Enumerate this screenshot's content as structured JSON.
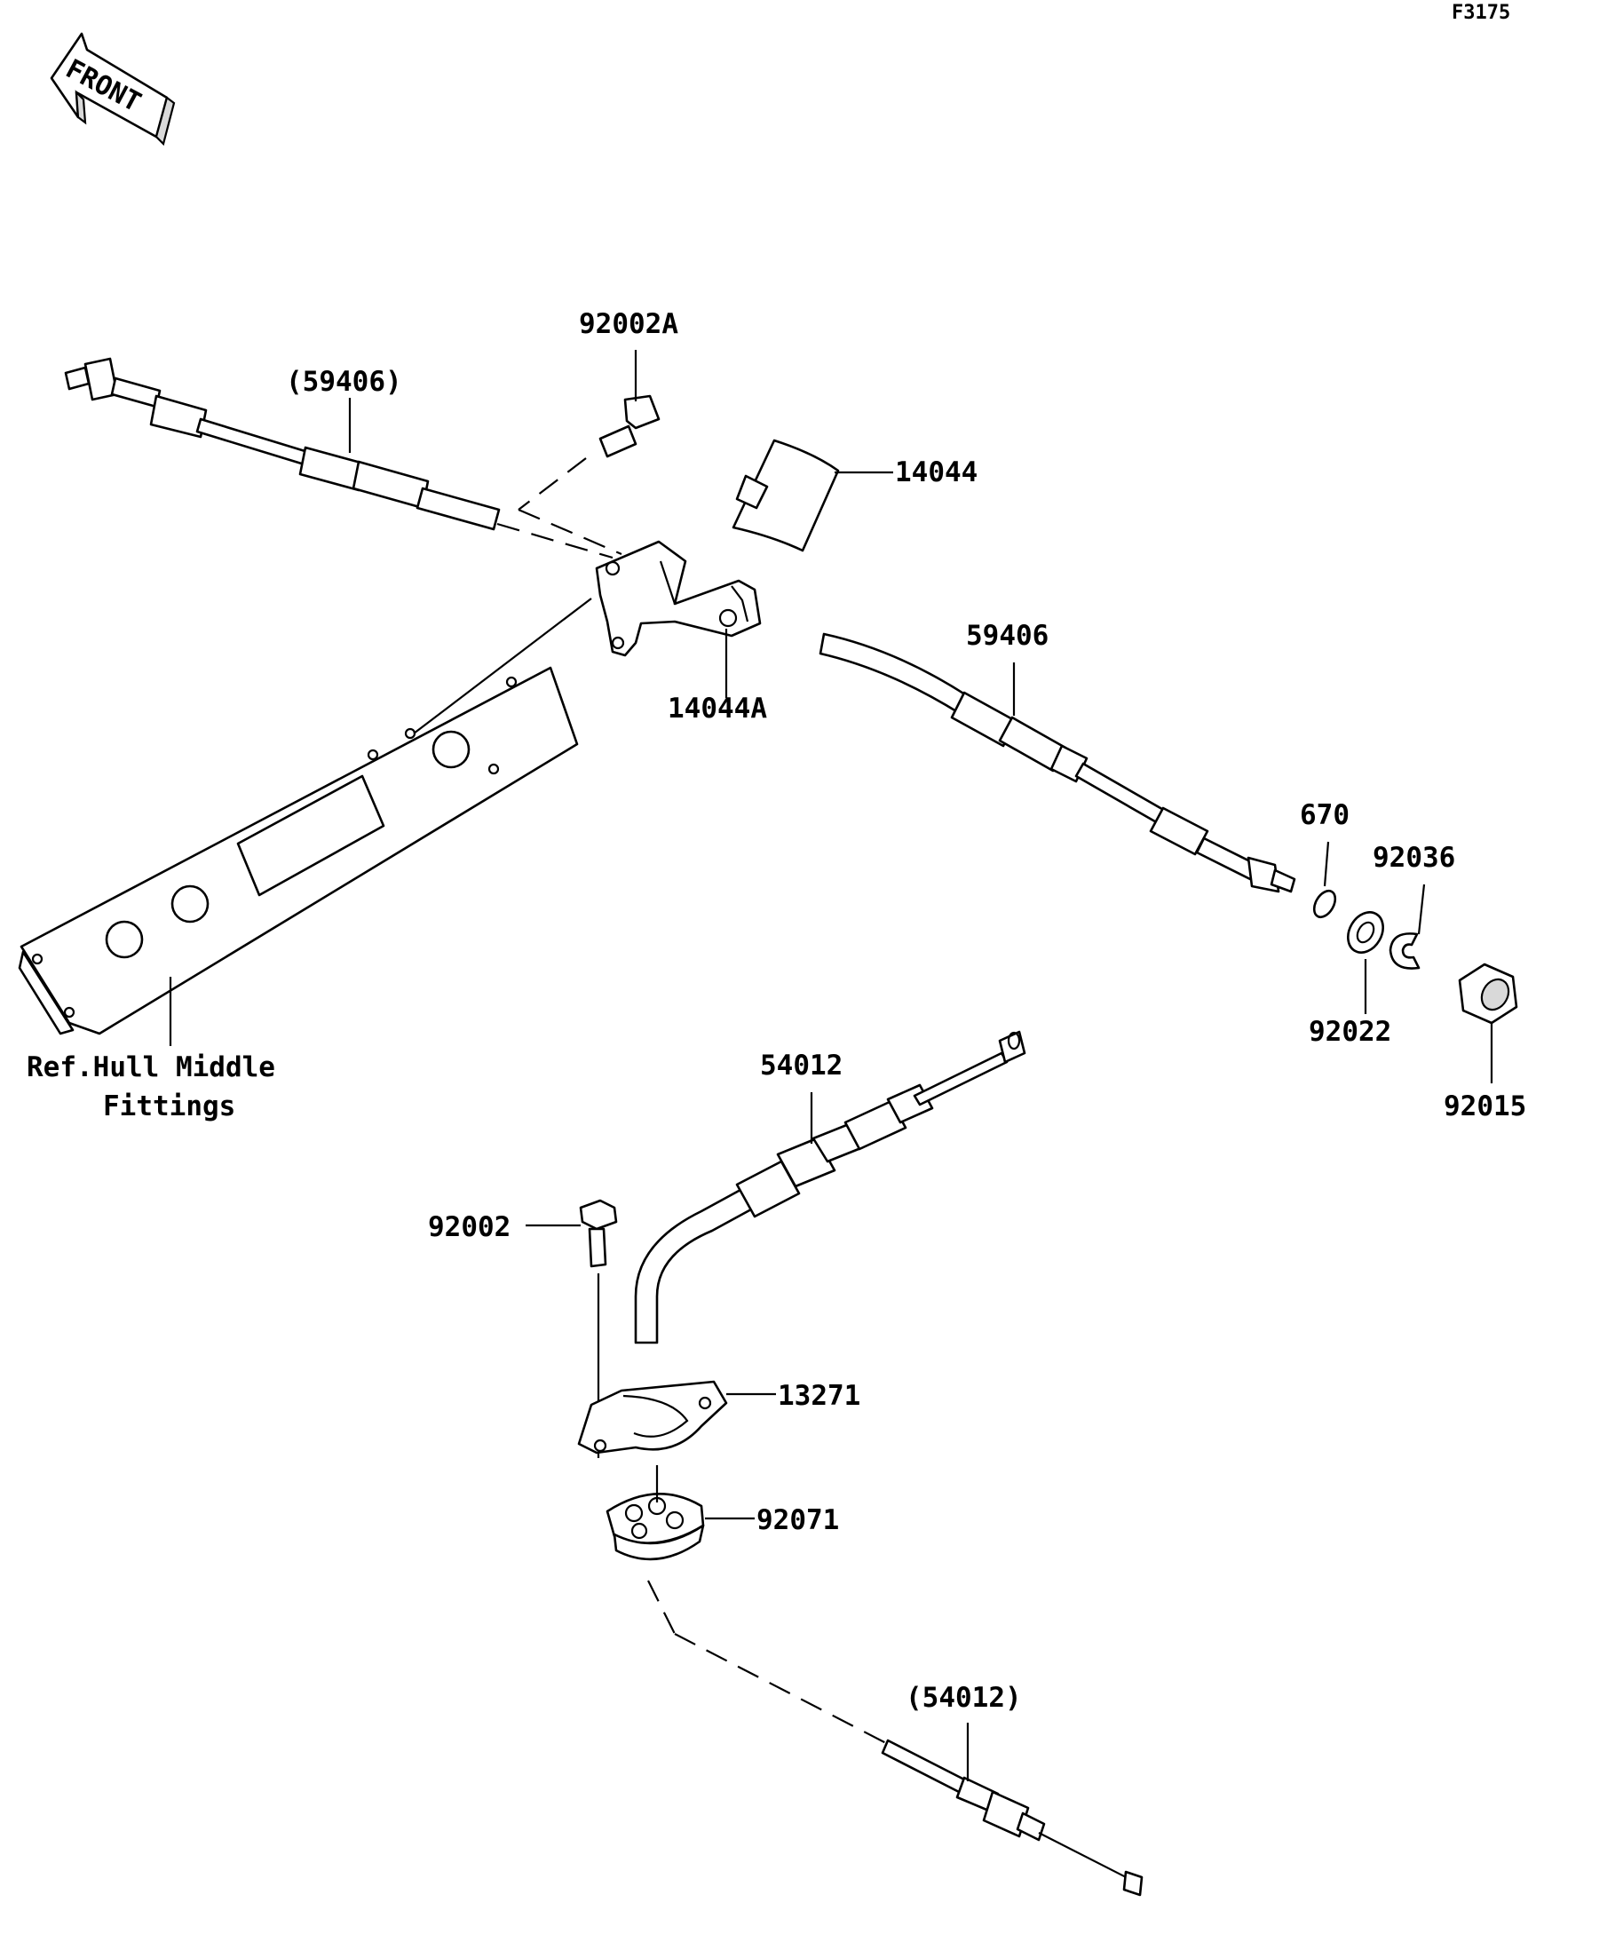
{
  "figure_code": "F3175",
  "front_arrow_text": "FRONT",
  "callouts": {
    "bolt_upper": "92002A",
    "cable_steer_ref": "(59406)",
    "cover": "14044",
    "bracket": "14044A",
    "cable_steer": "59406",
    "oring": "670",
    "clip": "92036",
    "washer": "92022",
    "nut": "92015",
    "ref_line1": "Ref.Hull Middle",
    "ref_line2": "Fittings",
    "cable_throttle": "54012",
    "bolt_lower": "92002",
    "plate": "13271",
    "grommet": "92071",
    "cable_throttle_ref": "(54012)"
  }
}
